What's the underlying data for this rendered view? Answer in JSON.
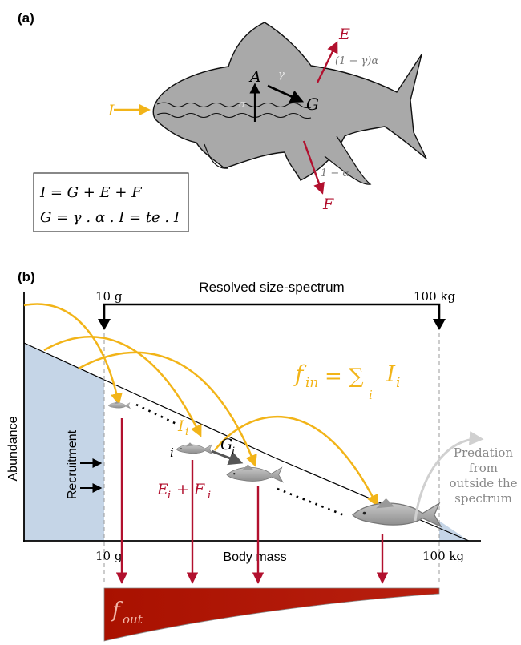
{
  "colors": {
    "input": "#f2b418",
    "loss": "#b2102e",
    "efflux": "#a31d24",
    "growth": "#555555",
    "recruit_fill": "#c5d5e7",
    "external": "#d0d0d0",
    "fish": "#a9a9a9"
  },
  "panel_a": {
    "label": "(a)",
    "I": "I",
    "A": "A",
    "G": "G",
    "E": "E",
    "F": "F",
    "alpha": "α",
    "gamma": "γ",
    "one_minus_gamma_alpha": "(1 − γ)α",
    "one_minus_alpha": "1 − α",
    "eq1": "I = G + E + F",
    "eq2": "G = γ . α . I = te . I"
  },
  "panel_b": {
    "label": "(b)",
    "resolved_label": "Resolved size-spectrum",
    "lower_bound": "10 g",
    "upper_bound": "100 kg",
    "f_in": "f",
    "f_in_sub": "in",
    "f_in_eq": "= ∑",
    "f_in_sum_index": "i",
    "f_in_term": "I",
    "f_in_term_sub": "i",
    "I_i": "I",
    "I_i_sub": "i",
    "i_label": "i",
    "G_i": "G",
    "G_i_sub": "i",
    "E_i_F_i": "E",
    "E_i_F_i_mid": "+ F",
    "E_sub": "i",
    "F_sub": "i",
    "predation_line1": "Predation",
    "predation_line2": "from",
    "predation_line3": "outside the",
    "predation_line4": "spectrum",
    "y_axis": "Abundance",
    "x_axis": "Body mass",
    "recruitment": "Recruitment",
    "tick_left": "10 g",
    "tick_right": "100 kg",
    "f_out": "f",
    "f_out_sub": "out"
  }
}
